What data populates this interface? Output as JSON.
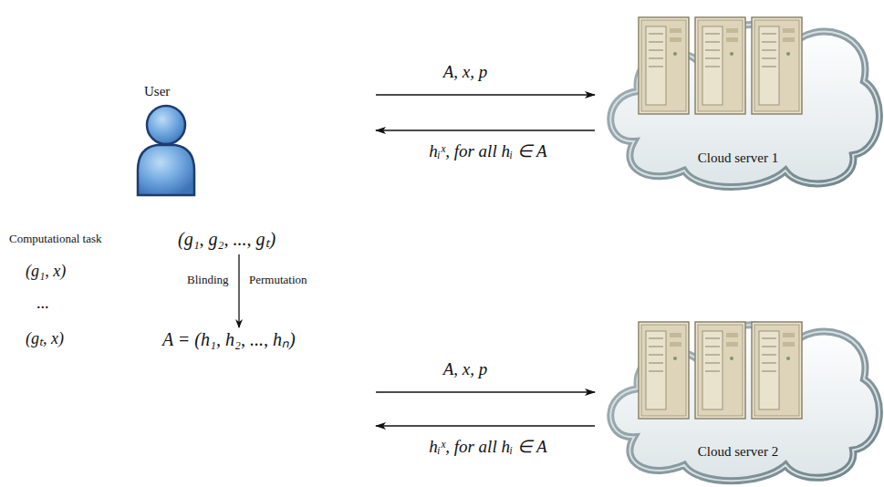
{
  "diagram": {
    "nodes": [
      {
        "text": [
          "User"
        ]
      },
      {
        "text": [
          "Cloud server 1"
        ]
      },
      {
        "text": [
          "Cloud server 2"
        ]
      }
    ],
    "edges": [
      {
        "from": 0,
        "to": 1,
        "label": "A, x, p",
        "arrow": "to"
      },
      {
        "from": 1,
        "to": 0,
        "label": "hᵢˣ,  for all hᵢ ∈ A",
        "arrow": "to"
      },
      {
        "from": 0,
        "to": 2,
        "label": "A, x, p",
        "arrow": "to"
      },
      {
        "from": 2,
        "to": 0,
        "label": "hᵢˣ,  for all hᵢ ∈ A",
        "arrow": "to"
      }
    ],
    "labels": [
      "Computational task",
      "(g₁, g₂, ..., gₜ)",
      "(g₁, x)",
      "Blinding",
      "Permutation",
      "...",
      "(gₜ, x)",
      "A = (h₁, h₂, ..., hₙ)"
    ]
  }
}
